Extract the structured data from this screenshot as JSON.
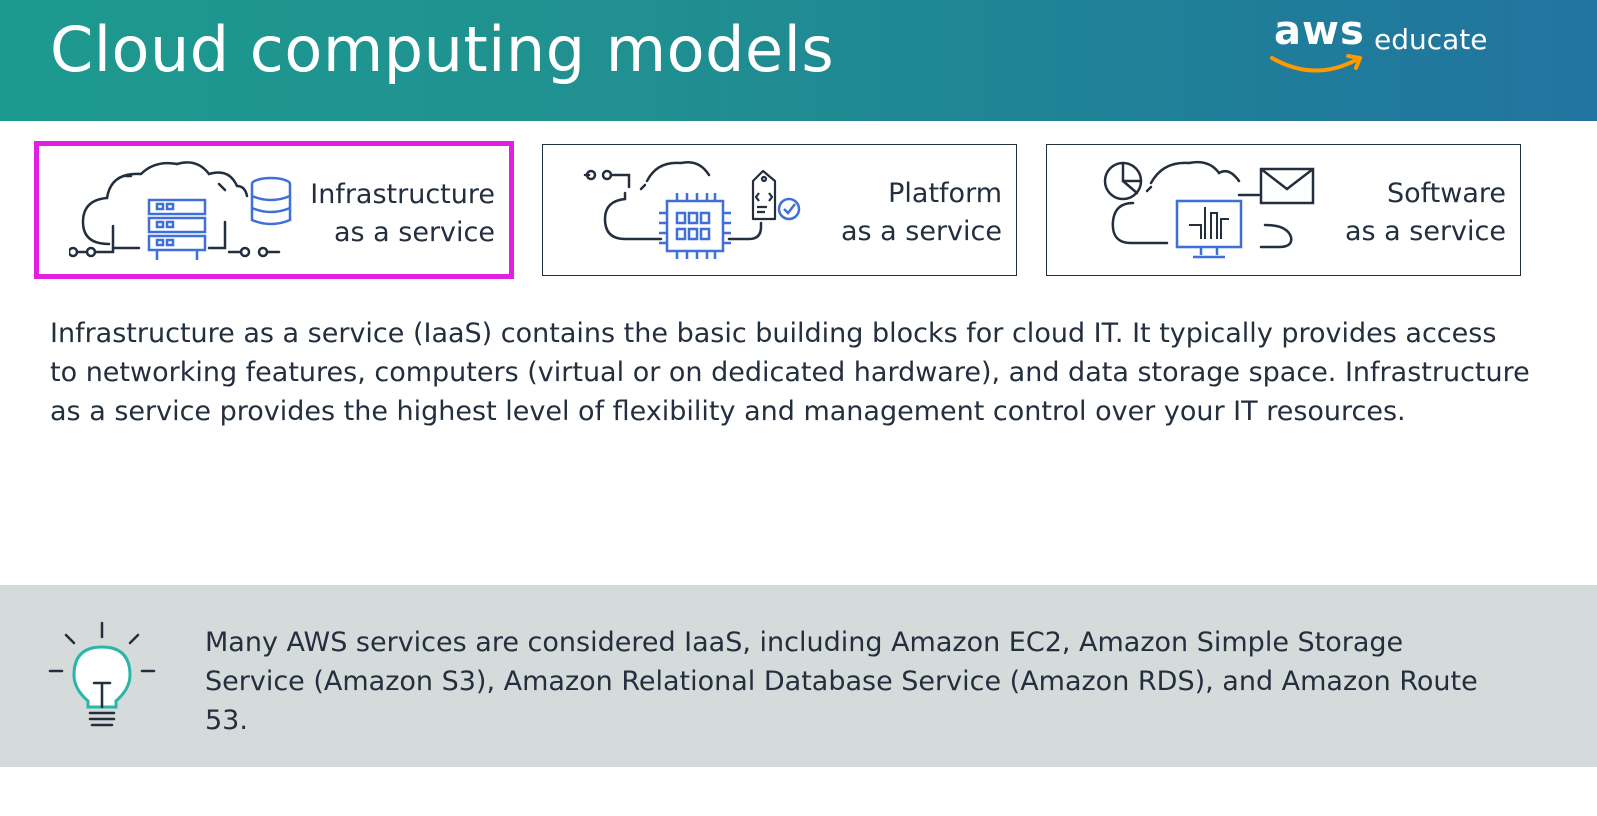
{
  "header": {
    "title": "Cloud computing models",
    "logo_brand": "aws",
    "logo_suffix": "educate"
  },
  "cards": [
    {
      "line1": "Infrastructure",
      "line2": "as a service",
      "icon": "cloud-server-database-icon",
      "selected": true
    },
    {
      "line1": "Platform",
      "line2": "as a service",
      "icon": "cloud-chip-code-icon",
      "selected": false
    },
    {
      "line1": "Software",
      "line2": "as a service",
      "icon": "cloud-monitor-email-icon",
      "selected": false
    }
  ],
  "description": "Infrastructure as a service (IaaS) contains the basic building blocks for cloud IT. It typically provides access to networking features, computers (virtual or on dedicated hardware), and data storage space. Infrastructure as a service provides the highest level of flexibility and management control over your IT resources.",
  "tip": {
    "icon": "lightbulb-icon",
    "text": "Many AWS services are considered IaaS, including Amazon EC2, Amazon Simple Storage Service (Amazon S3), Amazon Relational Database Service (Amazon RDS), and Amazon Route 53."
  },
  "colors": {
    "header_start": "#1d9a8f",
    "header_end": "#2274a0",
    "selection_border": "#e01fe0",
    "icon_blue": "#3f6fd8",
    "tip_background": "#d5dbdb",
    "bulb_teal": "#2bb5a8",
    "logo_smile": "#ff9900"
  }
}
